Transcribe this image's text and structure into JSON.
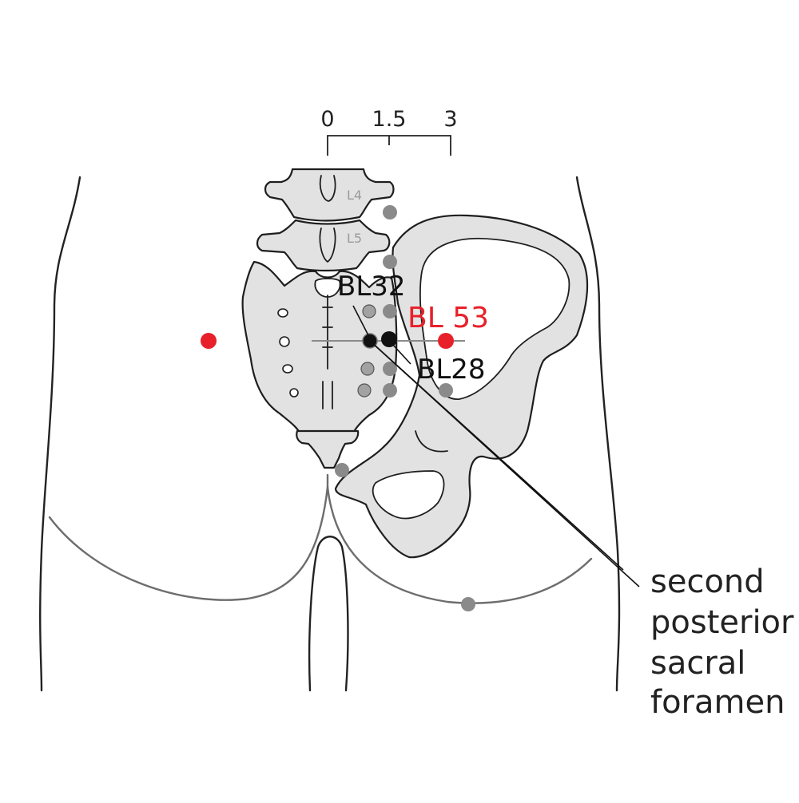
{
  "scale": {
    "tick_0": "0",
    "tick_mid": "1.5",
    "tick_end": "3"
  },
  "vertebrae": {
    "upper": "L4",
    "lower": "L5"
  },
  "points": {
    "target": "BL 53",
    "neighbor_medial": "BL32",
    "neighbor_lateral": "BL28"
  },
  "annotation": {
    "line1": "second",
    "line2": "posterior",
    "line3": "sacral",
    "line4": "foramen"
  },
  "colors": {
    "target_point": "#e8202a",
    "reference_point": "#111111",
    "other_points": "#8a8a8a",
    "bone_fill": "#e2e2e2"
  }
}
